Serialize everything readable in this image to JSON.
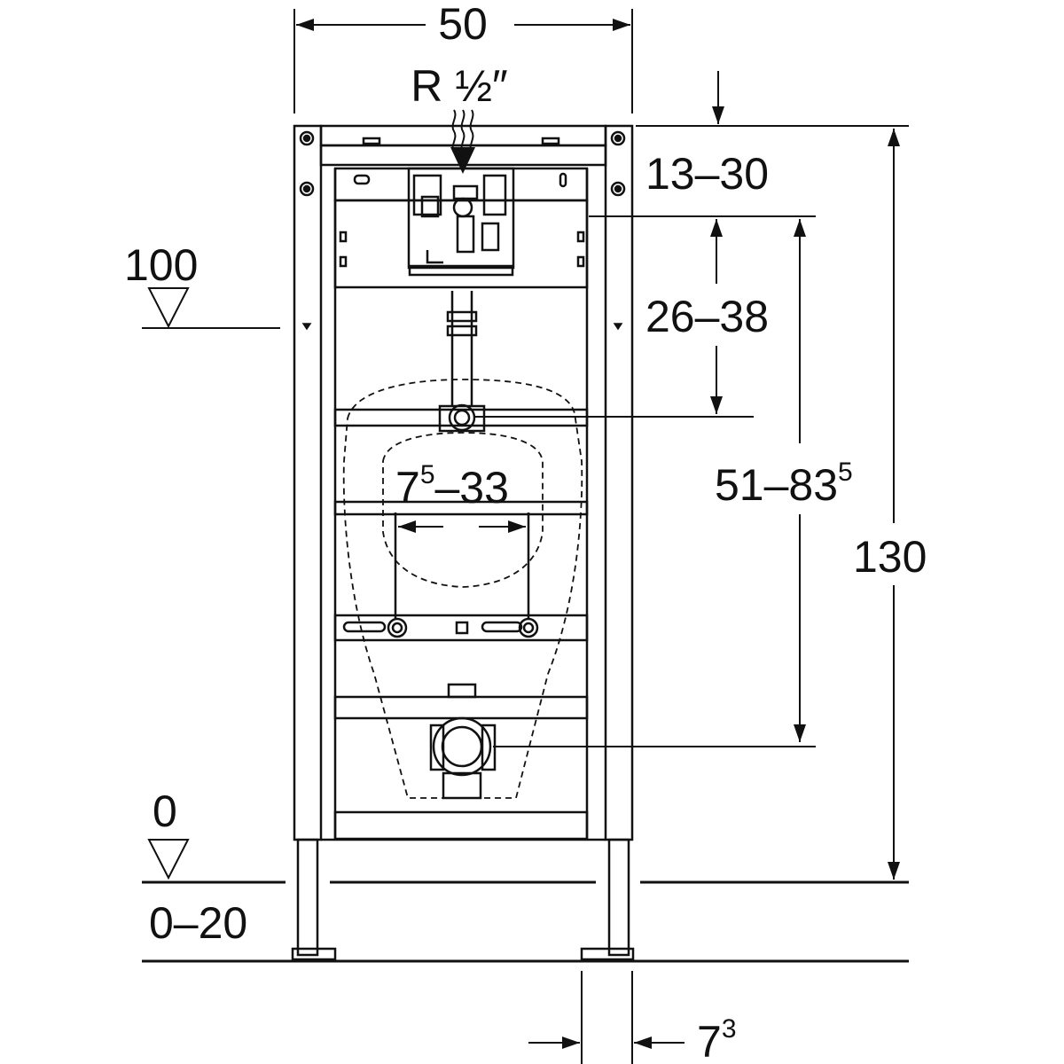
{
  "dimensions": {
    "width": "50",
    "connection": "R ½″",
    "top_offset": "13–30",
    "inlet_offset": "26–38",
    "reference_level": "100",
    "bracket_spacing_base": "7",
    "bracket_spacing_sup": "5",
    "bracket_spacing_rest": "–33",
    "outlet_range_base": "51–83",
    "outlet_range_sup": "5",
    "total_height": "130",
    "floor_level": "0",
    "floor_adjust": "0–20",
    "foot_depth_base": "7",
    "foot_depth_sup": "3"
  },
  "colors": {
    "line": "#111111",
    "background": "#ffffff"
  }
}
